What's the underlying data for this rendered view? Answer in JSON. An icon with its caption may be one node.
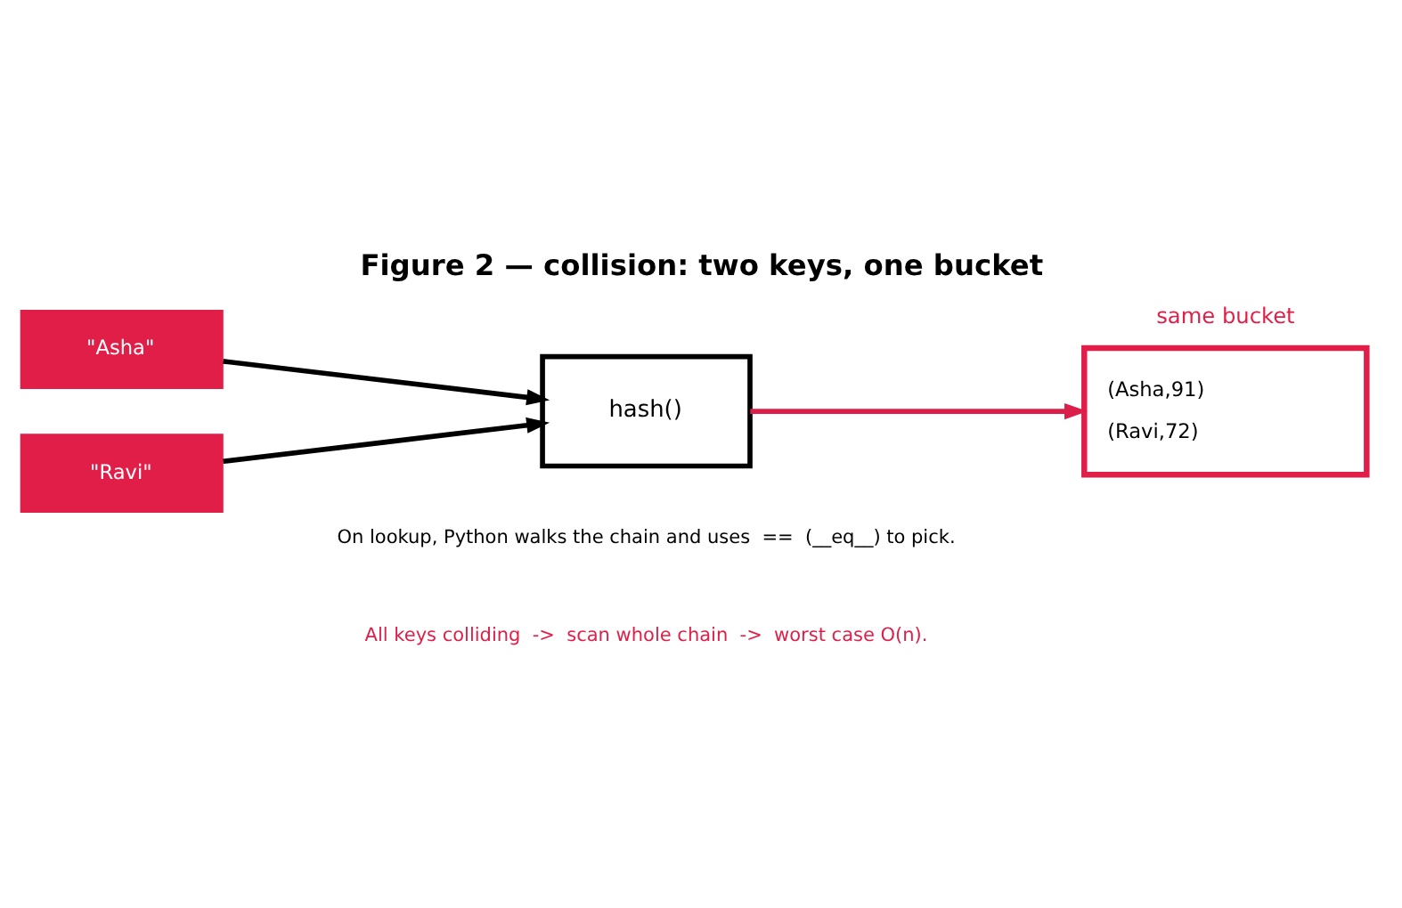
{
  "diagram": {
    "title": "Figure 2 — collision: two keys, one bucket",
    "nodes": [
      {
        "text": [
          "\"Asha\""
        ]
      },
      {
        "text": [
          "\"Ravi\""
        ]
      },
      {
        "text": [
          "hash()"
        ]
      },
      {
        "text": [
          "same bucket",
          "(Asha,91)",
          "(Ravi,72)"
        ]
      }
    ],
    "edges": [
      {
        "from": 0,
        "to": 2,
        "arrow": "to"
      },
      {
        "from": 1,
        "to": 2,
        "arrow": "to"
      },
      {
        "from": 2,
        "to": 3,
        "arrow": "to",
        "color": "#dc1f4a"
      }
    ],
    "labels": [
      "On lookup, Python walks the chain and uses  ==  (__eq__) to pick.",
      "All keys colliding  ->  scan whole chain  ->  worst case O(n)."
    ]
  }
}
